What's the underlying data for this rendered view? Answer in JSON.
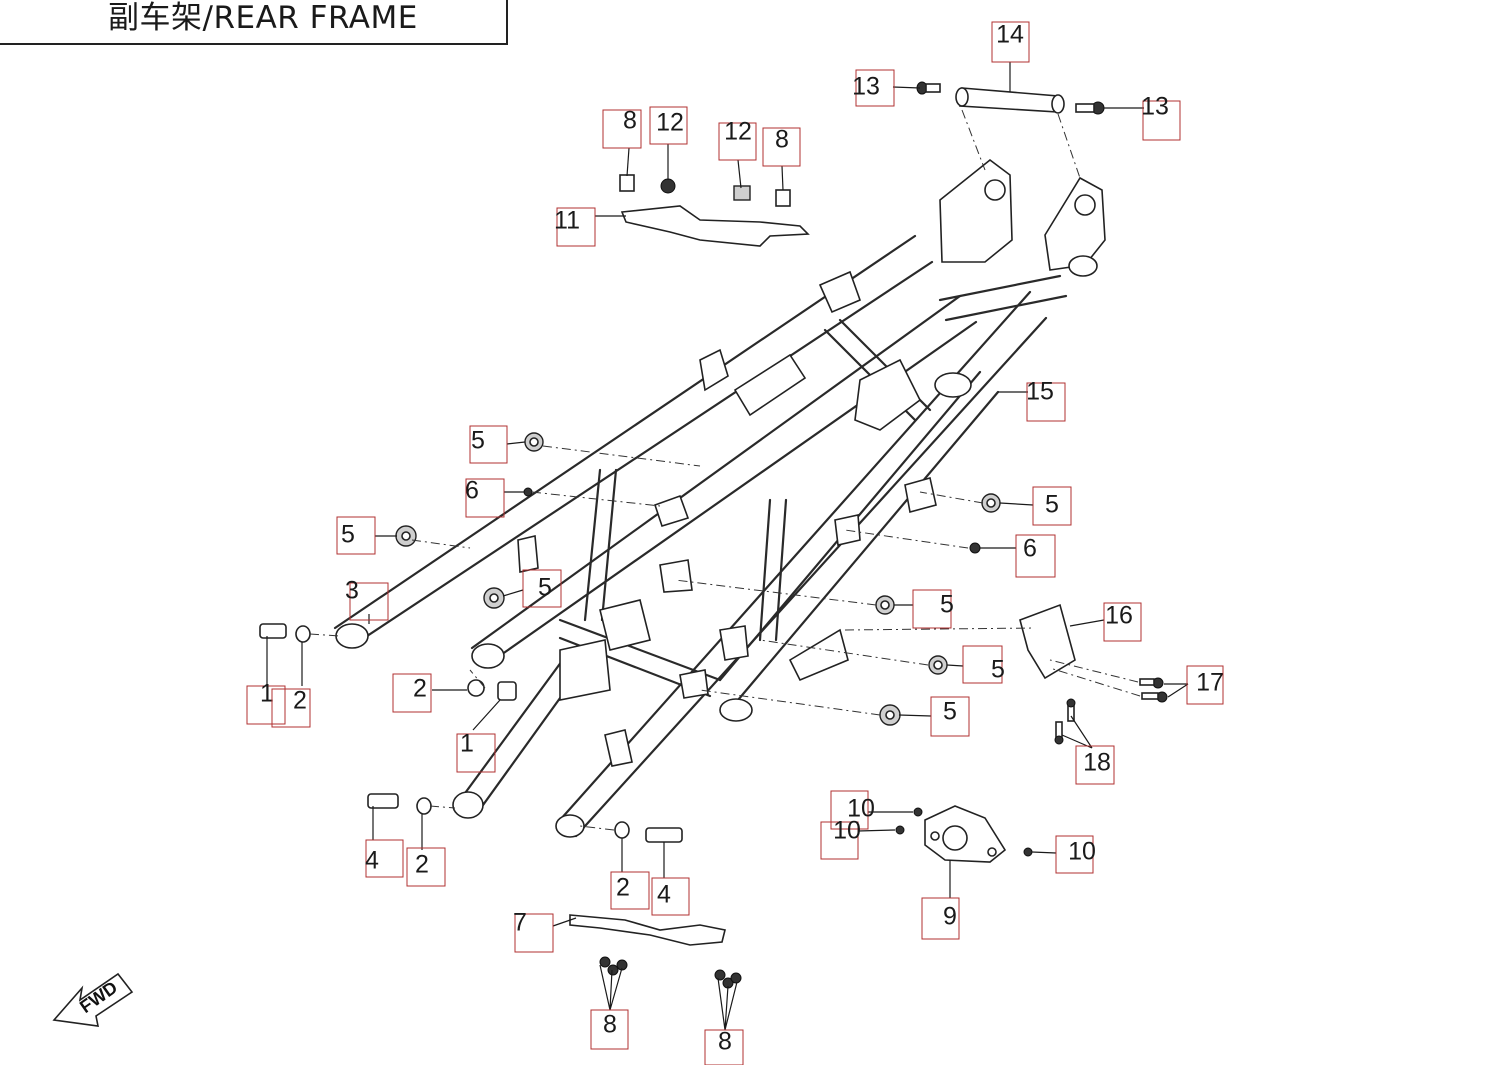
{
  "title": "副车架/REAR  FRAME",
  "fwd_label": "FWD",
  "callouts": [
    {
      "id": "c14",
      "label": "14"
    },
    {
      "id": "c13a",
      "label": "13"
    },
    {
      "id": "c13b",
      "label": "13"
    },
    {
      "id": "c8a",
      "label": "8"
    },
    {
      "id": "c12a",
      "label": "12"
    },
    {
      "id": "c12b",
      "label": "12"
    },
    {
      "id": "c8b",
      "label": "8"
    },
    {
      "id": "c11",
      "label": "11"
    },
    {
      "id": "c15",
      "label": "15"
    },
    {
      "id": "c5a",
      "label": "5"
    },
    {
      "id": "c6a",
      "label": "6"
    },
    {
      "id": "c5b",
      "label": "5"
    },
    {
      "id": "c6b",
      "label": "6"
    },
    {
      "id": "c5c",
      "label": "5"
    },
    {
      "id": "c5d",
      "label": "5"
    },
    {
      "id": "c3",
      "label": "3"
    },
    {
      "id": "c5e",
      "label": "5"
    },
    {
      "id": "c16",
      "label": "16"
    },
    {
      "id": "c1a",
      "label": "1"
    },
    {
      "id": "c2a",
      "label": "2"
    },
    {
      "id": "c2b",
      "label": "2"
    },
    {
      "id": "c5f",
      "label": "5"
    },
    {
      "id": "c17",
      "label": "17"
    },
    {
      "id": "c5g",
      "label": "5"
    },
    {
      "id": "c1b",
      "label": "1"
    },
    {
      "id": "c18",
      "label": "18"
    },
    {
      "id": "c10a",
      "label": "10"
    },
    {
      "id": "c10b",
      "label": "10"
    },
    {
      "id": "c10c",
      "label": "10"
    },
    {
      "id": "c4a",
      "label": "4"
    },
    {
      "id": "c2c",
      "label": "2"
    },
    {
      "id": "c2d",
      "label": "2"
    },
    {
      "id": "c4b",
      "label": "4"
    },
    {
      "id": "c9",
      "label": "9"
    },
    {
      "id": "c7",
      "label": "7"
    },
    {
      "id": "c8c",
      "label": "8"
    },
    {
      "id": "c8d",
      "label": "8"
    }
  ]
}
